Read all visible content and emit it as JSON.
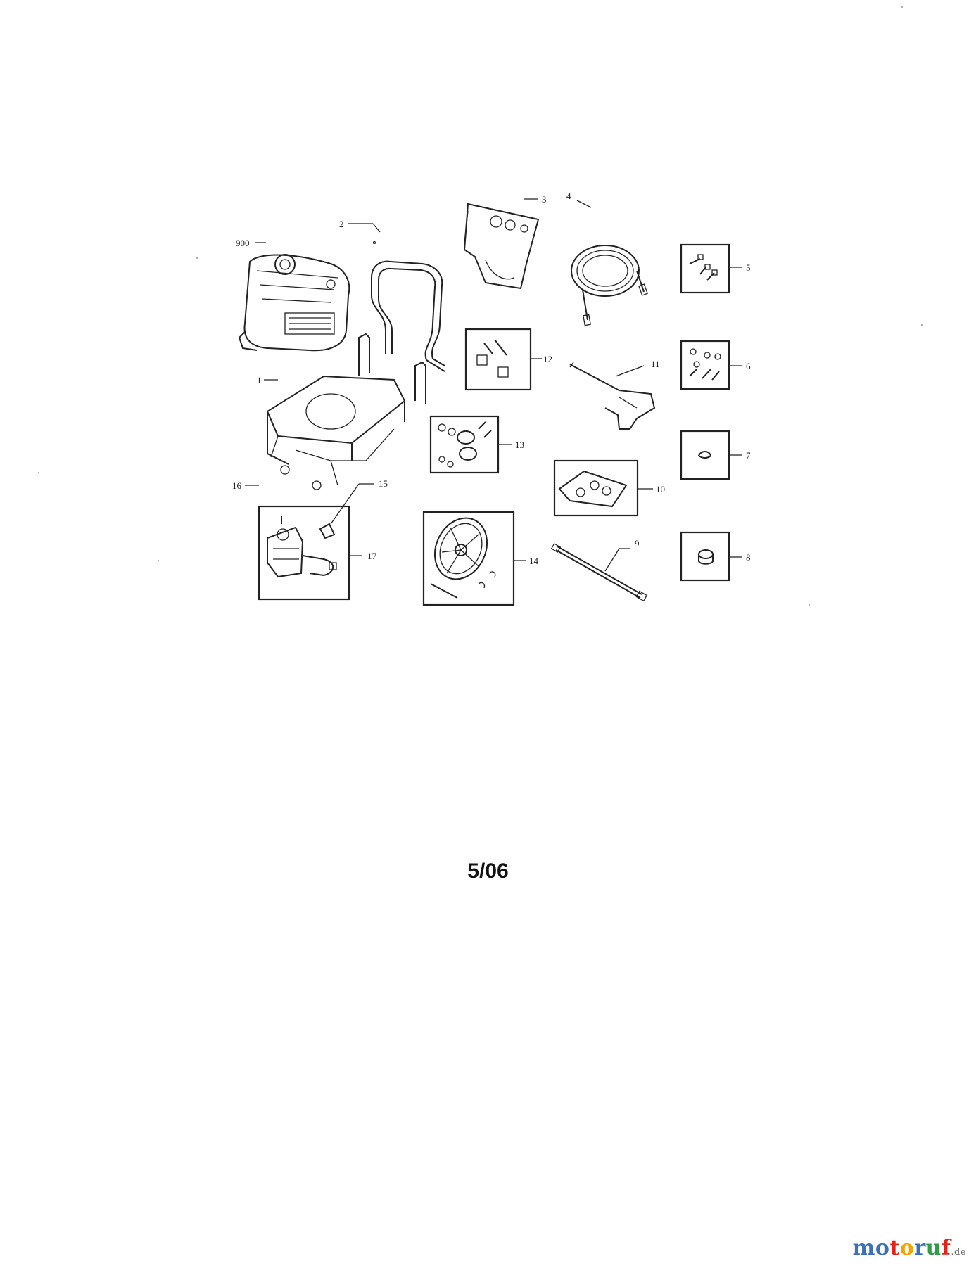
{
  "callouts": {
    "c900": "900",
    "c1": "1",
    "c2": "2",
    "c3": "3",
    "c4": "4",
    "c5": "5",
    "c6": "6",
    "c7": "7",
    "c8": "8",
    "c9": "9",
    "c10": "10",
    "c11": "11",
    "c12": "12",
    "c13": "13",
    "c14": "14",
    "c15": "15",
    "c16": "16",
    "c17": "17"
  },
  "footer": {
    "date": "5/06"
  },
  "watermark": {
    "letters": [
      "m",
      "o",
      "t",
      "o",
      "r",
      "u",
      "f"
    ],
    "colors": [
      "#3b6fb6",
      "#3b6fb6",
      "#e2231a",
      "#f4a300",
      "#3b6fb6",
      "#2e9d46",
      "#e2231a"
    ],
    "suffix": ".de"
  }
}
